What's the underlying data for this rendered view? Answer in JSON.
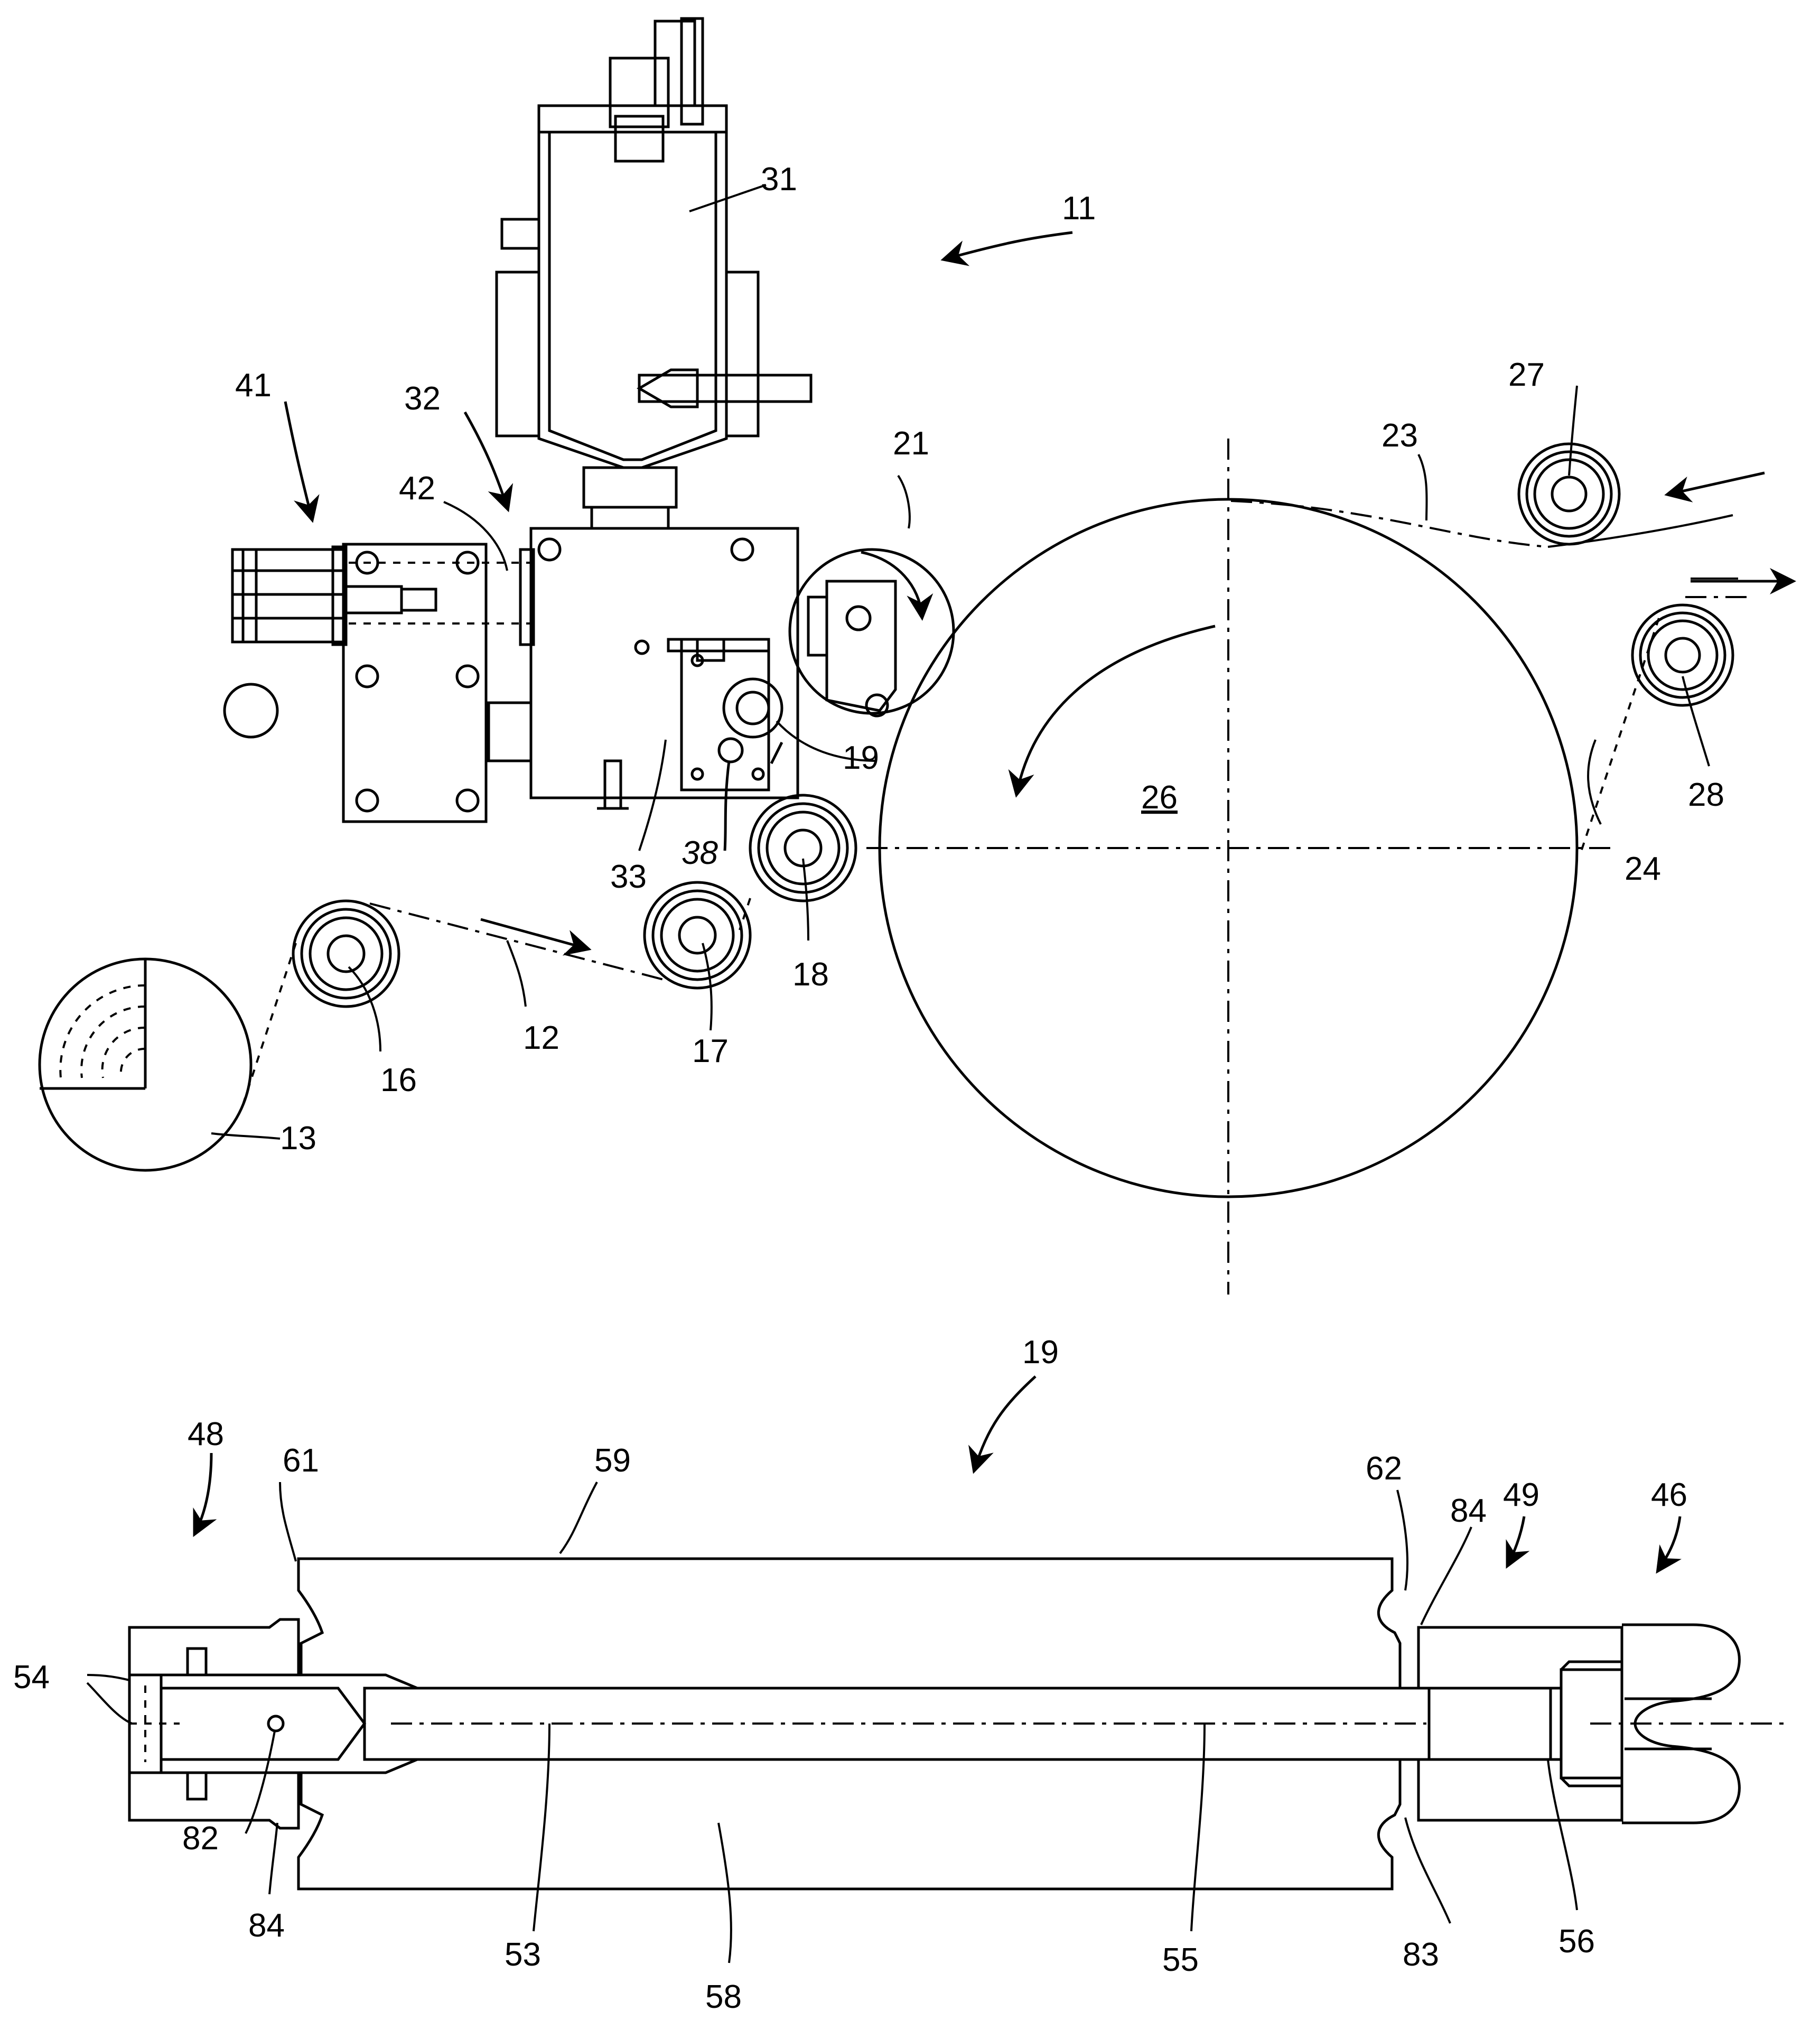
{
  "figure": {
    "labels": {
      "n11": "11",
      "n12": "12",
      "n13": "13",
      "n16": "16",
      "n17": "17",
      "n18": "18",
      "n19": "19",
      "n21": "21",
      "n23": "23",
      "n24": "24",
      "n26": "26",
      "n27": "27",
      "n28": "28",
      "n31": "31",
      "n32": "32",
      "n33": "33",
      "n38": "38",
      "n41": "41",
      "n42": "42"
    }
  },
  "section": {
    "labels": {
      "n19": "19",
      "n46": "46",
      "n48": "48",
      "n49": "49",
      "n53": "53",
      "n54": "54",
      "n55": "55",
      "n56": "56",
      "n58": "58",
      "n59": "59",
      "n61": "61",
      "n62": "62",
      "n82": "82",
      "n83": "83",
      "n84a": "84",
      "n84b": "84"
    }
  },
  "colors": {
    "ink": "#000000",
    "paper": "#ffffff"
  }
}
